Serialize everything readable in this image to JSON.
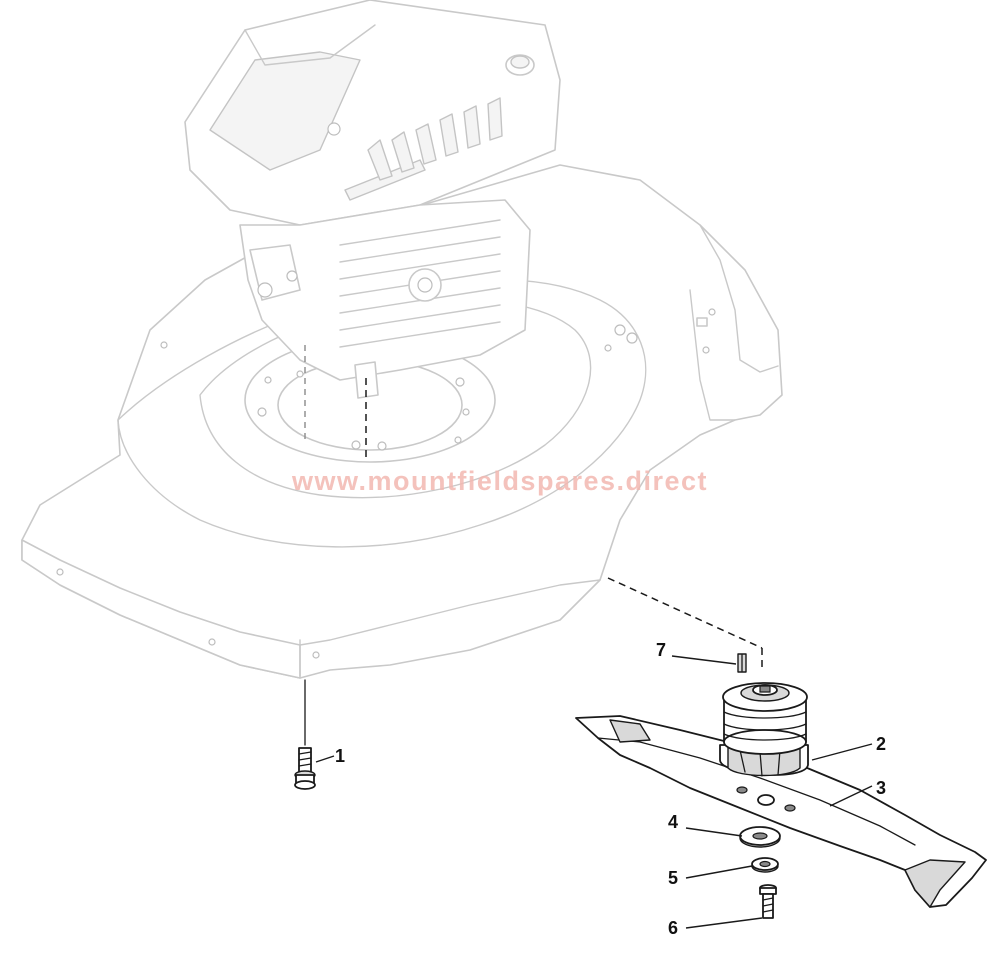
{
  "watermark": "www.mountfieldspares.direct",
  "callouts": [
    {
      "id": "bolt-1",
      "label": "1"
    },
    {
      "id": "blade-adapter",
      "label": "2"
    },
    {
      "id": "blade",
      "label": "3"
    },
    {
      "id": "washer",
      "label": "4"
    },
    {
      "id": "spring-washer",
      "label": "5"
    },
    {
      "id": "blade-bolt",
      "label": "6"
    },
    {
      "id": "key",
      "label": "7"
    }
  ],
  "colors": {
    "part_outline": "#1a1a1a",
    "ghost_outline": "#c9c9c9",
    "watermark": "#f2b7b0"
  }
}
